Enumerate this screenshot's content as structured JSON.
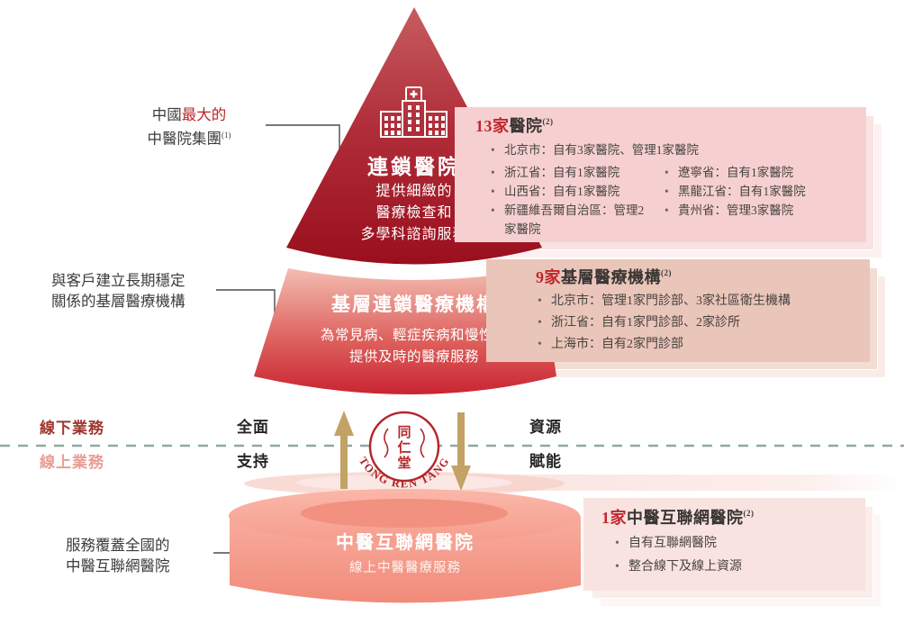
{
  "divider": {
    "offline_label": "線下業務",
    "online_label": "線上業務",
    "support": {
      "line1": "全面",
      "line2": "支持"
    },
    "empower": {
      "line1": "資源",
      "line2": "賦能"
    }
  },
  "annotations": {
    "group": {
      "line1_normal": "中國",
      "line1_red": "最大的",
      "line2": "中醫院集團",
      "sup": "(1)"
    },
    "primary": {
      "line1": "與客戶建立長期穩定",
      "line2": "關係的基層醫療機構"
    },
    "internet": {
      "line1": "服務覆蓋全國的",
      "line2": "中醫互聯網醫院"
    }
  },
  "tiers": {
    "t1": {
      "title": "連鎖醫院",
      "desc": [
        "提供細緻的",
        "醫療檢查和",
        "多學科諮詢服務"
      ],
      "icon": "hospital-icon"
    },
    "t2": {
      "title": "基層連鎖醫療機構",
      "desc": [
        "為常見病、輕症疾病和慢性病",
        "提供及時的醫療服務"
      ]
    },
    "t3": {
      "title": "中醫互聯網醫院",
      "desc": [
        "線上中醫醫療服務"
      ]
    }
  },
  "logo": {
    "chars": "同仁堂",
    "arc": "TONG REN TANG"
  },
  "boxes": {
    "hospitals": {
      "count": "13家",
      "title": "醫院",
      "sup": "(2)",
      "row_full": "北京市：自有3家醫院、管理1家醫院",
      "col1": [
        "浙江省：自有1家醫院",
        "山西省：自有1家醫院",
        "新疆維吾爾自治區：管理2家醫院"
      ],
      "col2": [
        "遼寧省：自有1家醫院",
        "黑龍江省：自有1家醫院",
        "貴州省：管理3家醫院"
      ]
    },
    "primary": {
      "count": "9家",
      "title": "基層醫療機構",
      "sup": "(2)",
      "bullets": [
        "北京市：管理1家門診部、3家社區衛生機構",
        "浙江省：自有1家門診部、2家診所",
        "上海市：自有2家門診部"
      ]
    },
    "internet": {
      "count": "1家",
      "title": "中醫互聯網醫院",
      "sup": "(2)",
      "bullets": [
        "自有互聯網醫院",
        "整合線下及線上資源"
      ]
    }
  },
  "colors": {
    "cone_top": "#c75c60",
    "cone_bottom": "#9a0f1d",
    "band_top": "#f4bdb3",
    "band_bottom": "#c92532",
    "cylinder": "#f49a8a",
    "box_pink": "#f6d0d1",
    "box_salmon": "#eac5b9",
    "box_light_pink": "#f9e3e0",
    "accent_red": "#c0272d",
    "offline_red": "#a0372f",
    "online_pink": "#e89d97",
    "dash_teal": "#8fa8a3",
    "arrow_gold": "#c3a265",
    "text_dark": "#3f3c3b"
  }
}
